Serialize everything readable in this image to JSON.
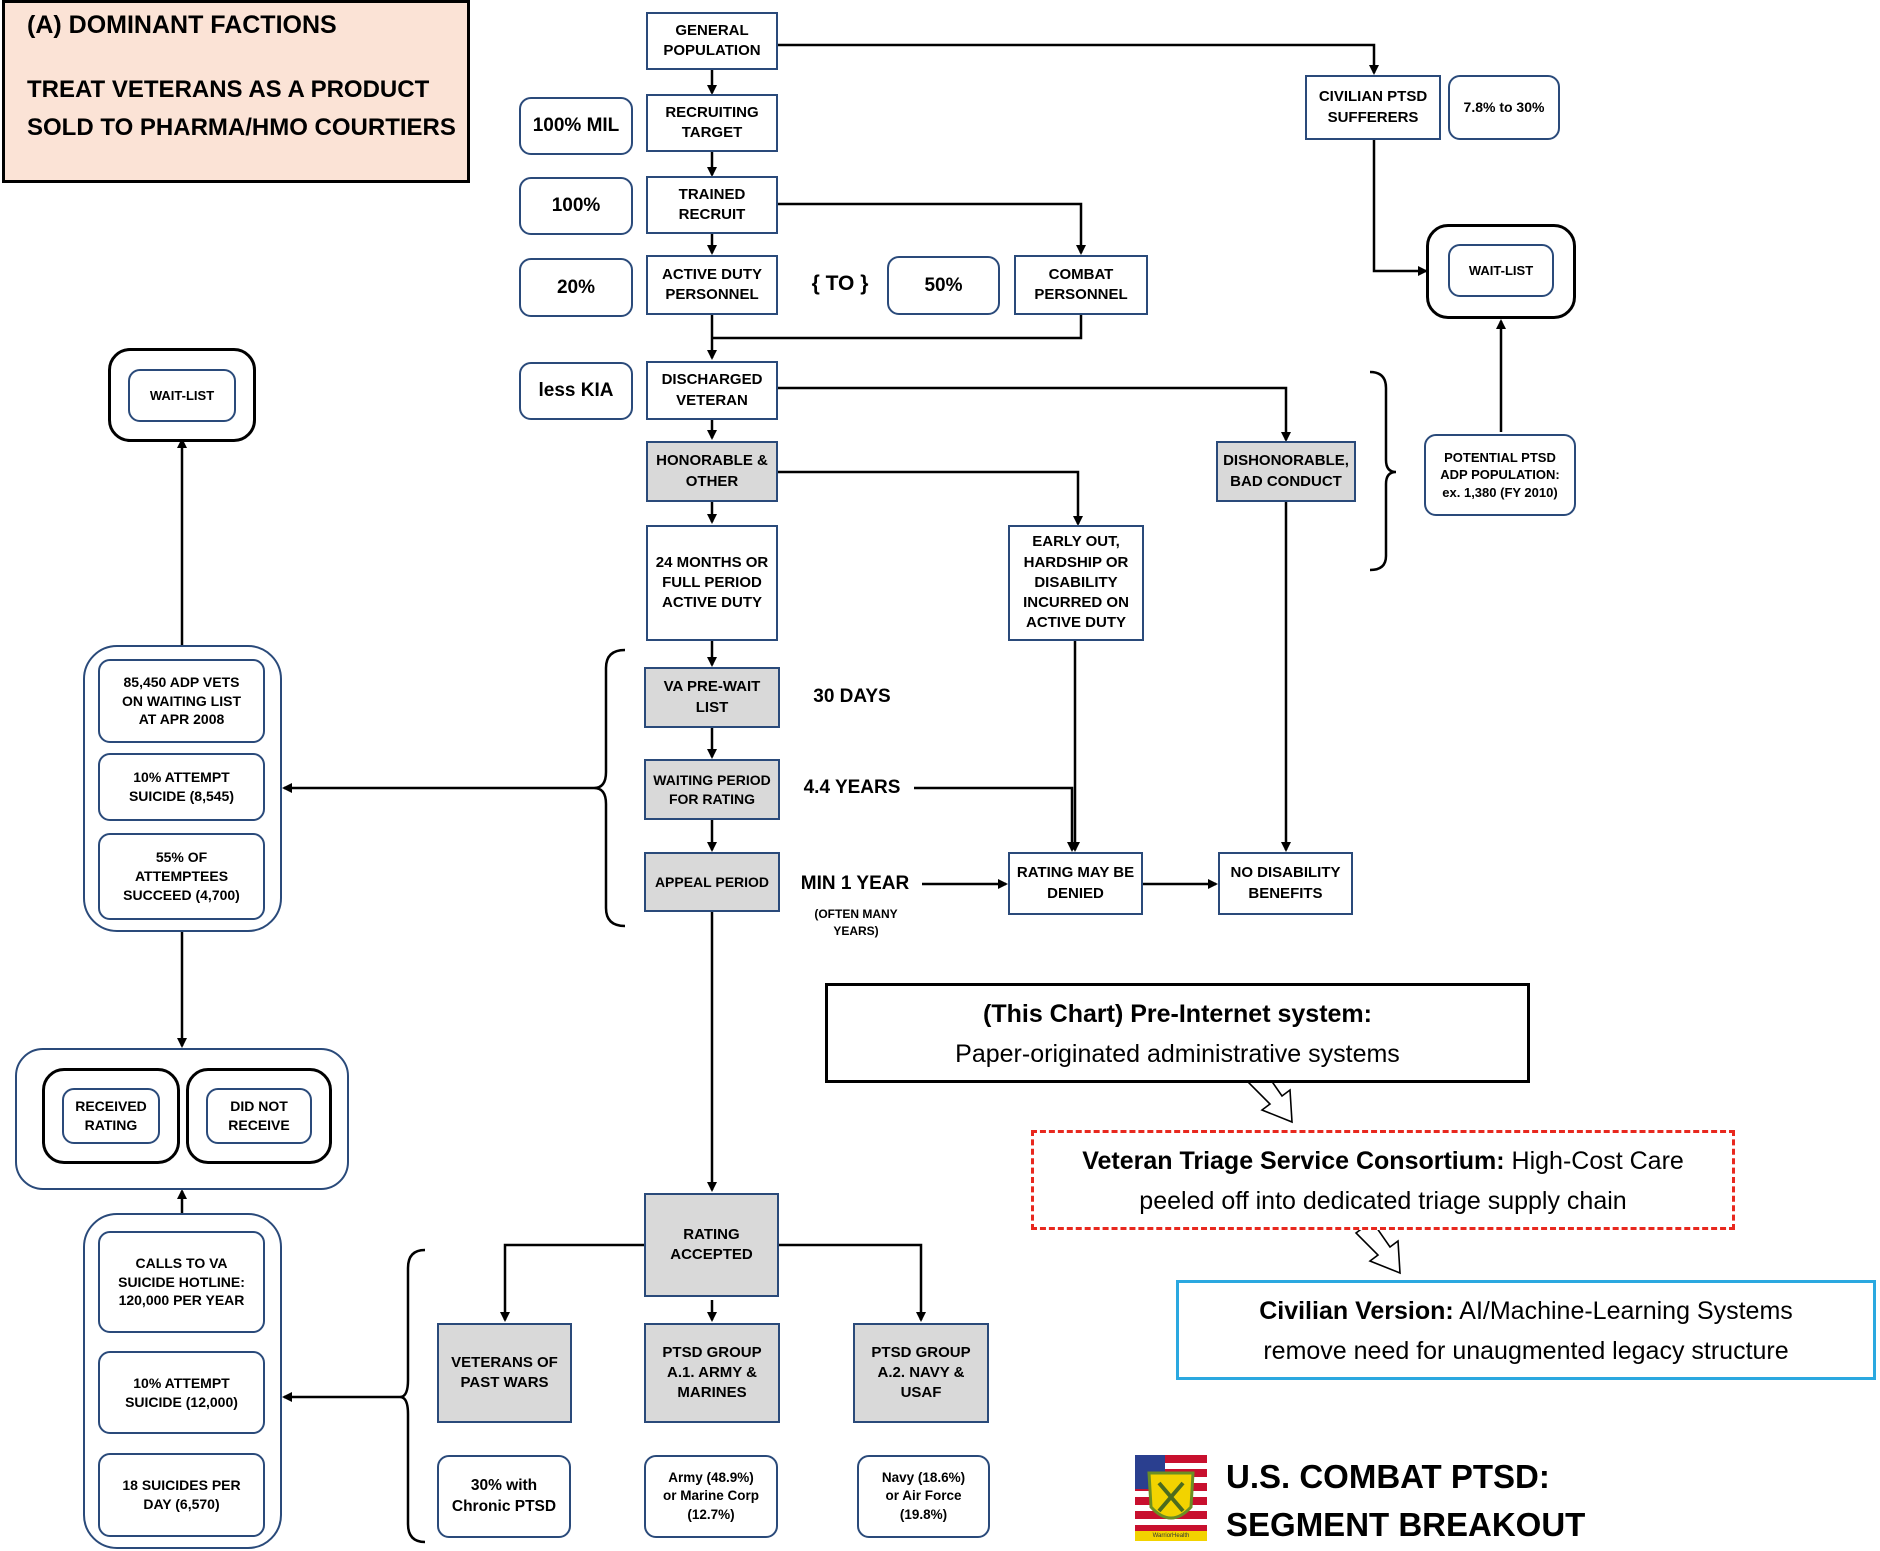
{
  "factions": {
    "heading": "(A) DOMINANT FACTIONS",
    "line1": "TREAT VETERANS AS A PRODUCT",
    "line2": "SOLD  TO PHARMA/HMO COURTIERS"
  },
  "flow": {
    "general_population": "GENERAL\nPOPULATION",
    "recruiting_target": "RECRUITING\nTARGET",
    "trained_recruit": "TRAINED\nRECRUIT",
    "active_duty": "ACTIVE DUTY\nPERSONNEL",
    "combat_personnel": "COMBAT\nPERSONNEL",
    "discharged_veteran": "DISCHARGED\nVETERAN",
    "honorable": "HONORABLE &\nOTHER",
    "dishonorable": "DISHONORABLE,\nBAD CONDUCT",
    "months24": "24 MONTHS OR\nFULL PERIOD\nACTIVE DUTY",
    "early_out": "EARLY OUT,\nHARDSHIP OR\nDISABILITY\nINCURRED ON\nACTIVE DUTY",
    "va_prewait": "VA PRE-WAIT\nLIST",
    "waiting_period": "WAITING PERIOD\nFOR RATING",
    "appeal_period": "APPEAL PERIOD",
    "rating_denied": "RATING MAY BE\nDENIED",
    "no_disability": "NO DISABILITY\nBENEFITS",
    "rating_accepted": "RATING\nACCEPTED",
    "veterans_past_wars": "VETERANS OF\nPAST WARS",
    "ptsd_a1": "PTSD GROUP\nA.1. ARMY &\nMARINES",
    "ptsd_a2": "PTSD GROUP\nA.2. NAVY  &\nUSAF",
    "civilian_ptsd": "CIVILIAN PTSD\nSUFFERERS",
    "potential_ptsd": "POTENTIAL PTSD\nADP POPULATION:\nex. 1,380 (FY 2010)",
    "wait_list": "WAIT-LIST"
  },
  "percentages": {
    "mil100": "100% MIL",
    "p100": "100%",
    "p20": "20%",
    "to": "{ TO }",
    "p50": "50%",
    "less_kia": "less KIA",
    "civilian_range": "7.8% to 30%",
    "chronic": "30% with\nChronic PTSD",
    "army": "Army (48.9%)\nor Marine Corp\n(12.7%)",
    "navy": "Navy (18.6%)\nor Air Force\n(19.8%)"
  },
  "timing": {
    "days30": "30 DAYS",
    "years44": "4.4 YEARS",
    "min1year": "MIN 1 YEAR",
    "often": "(OFTEN MANY\nYEARS)"
  },
  "left_stats": {
    "waiting": "85,450  ADP VETS\nON WAITING LIST\nAT APR 2008",
    "attempt1": "10% ATTEMPT\nSUICIDE (8,545)",
    "succeed": "55% OF\nATTEMPTEES\nSUCCEED (4,700)",
    "received": "RECEIVED\nRATING",
    "did_not": "DID NOT\nRECEIVE",
    "calls": "CALLS TO VA\nSUICIDE HOTLINE:\n120,000 PER YEAR",
    "attempt2": "10% ATTEMPT\nSUICIDE (12,000)",
    "per_day": "18 SUICIDES PER\nDAY (6,570)"
  },
  "notes": {
    "chart_bold": "(This Chart) Pre-Internet system:",
    "chart_text": "Paper-originated administrative systems",
    "triage_bold": "Veteran Triage Service Consortium:",
    "triage_text1": " High-Cost Care",
    "triage_text2": "peeled off into dedicated triage supply chain",
    "civ_bold": "Civilian Version:",
    "civ_text1": " AI/Machine-Learning Systems",
    "civ_text2": "remove need for unaugmented legacy structure"
  },
  "brand": {
    "title1": "U.S. COMBAT PTSD:",
    "title2": "SEGMENT BREAKOUT",
    "logo_text": "WarriorHealth"
  },
  "colors": {
    "box_border": "#2a4a7a",
    "grey_fill": "#d9d9d9",
    "factions_fill": "#fbe3d6",
    "triage_dash": "#e8281e",
    "civilian_border": "#2aa8e0"
  }
}
